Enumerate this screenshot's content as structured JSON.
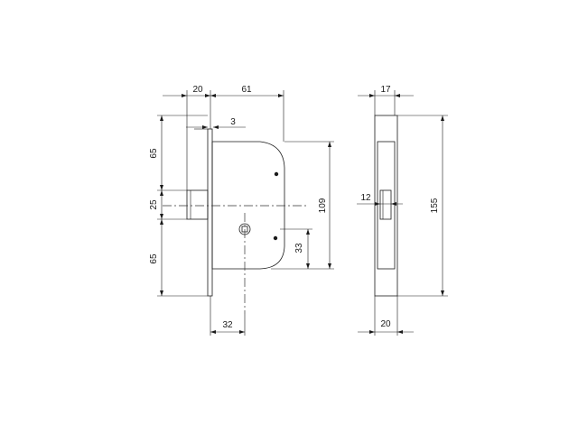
{
  "colors": {
    "line": "#1a1a1a",
    "case_fill": "#d6e9f8",
    "case_fill_light": "#e7f2fb",
    "bolt_fill": "#c9ccce",
    "bolt_light": "#f1f2f2",
    "hole_fill": "#ffffff"
  },
  "front_view": {
    "dims": {
      "faceplate_depth": "20",
      "case_width": "61",
      "plate_thickness": "3",
      "upper_height": "65",
      "bolt_height": "25",
      "lower_height": "65",
      "case_height": "109",
      "keyhole_offset": "33",
      "backset": "32"
    }
  },
  "side_view": {
    "dims": {
      "top_width": "17",
      "bolt_width": "12",
      "total_height": "155",
      "bottom_width": "20"
    }
  }
}
